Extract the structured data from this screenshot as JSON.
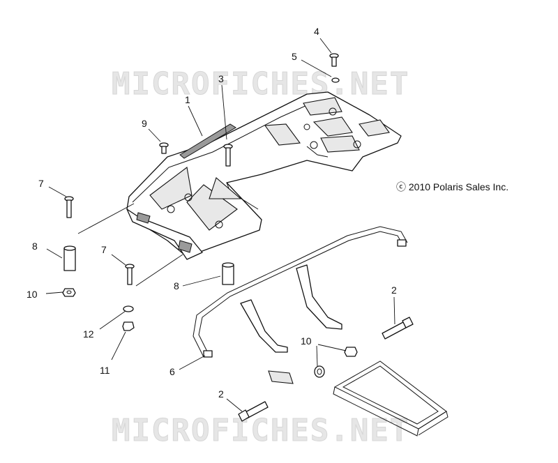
{
  "watermark": {
    "text": "MICROFICHES.NET"
  },
  "copyright": "ⓒ 2010 Polaris Sales Inc.",
  "callouts": {
    "c1": "1",
    "c2a": "2",
    "c2b": "2",
    "c3": "3",
    "c4": "4",
    "c5": "5",
    "c6": "6",
    "c7a": "7",
    "c7b": "7",
    "c8a": "8",
    "c8b": "8",
    "c9": "9",
    "c10a": "10",
    "c10b": "10",
    "c11": "11",
    "c12": "12"
  }
}
